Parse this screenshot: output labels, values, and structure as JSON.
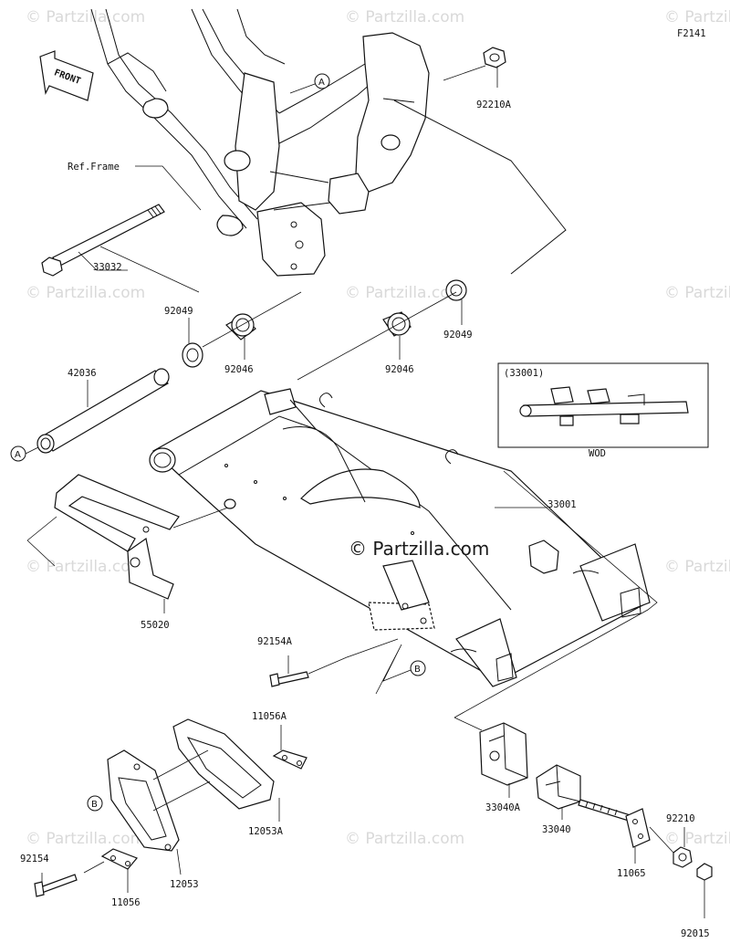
{
  "diagram_code": "F2141",
  "front_label": "FRONT",
  "ref_frame": "Ref.Frame",
  "inset": {
    "title": "(33001)",
    "caption": "WOD"
  },
  "watermark": {
    "text": "© Partzilla.com"
  },
  "refs": {
    "a": "A",
    "b": "B"
  },
  "parts": {
    "p92210A": "92210A",
    "p33032": "33032",
    "p92049_left": "92049",
    "p92046_left": "92046",
    "p92046_right": "92046",
    "p92049_right": "92049",
    "p42036": "42036",
    "p33001": "33001",
    "p55020": "55020",
    "p92154A": "92154A",
    "p11056A": "11056A",
    "p12053A": "12053A",
    "p33040A": "33040A",
    "p33040": "33040",
    "p92210": "92210",
    "p92154": "92154",
    "p12053": "12053",
    "p11056": "11056",
    "p11065": "11065",
    "p92015": "92015"
  }
}
